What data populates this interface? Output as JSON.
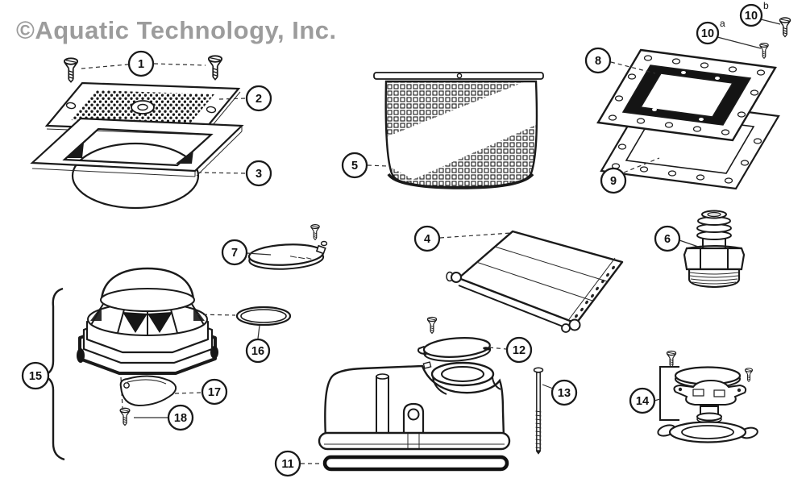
{
  "watermark": {
    "text": "©Aquatic Technology, Inc."
  },
  "colors": {
    "ink": "#1a1a1a",
    "watermark_gray": "#9c9c9c",
    "background": "#ffffff",
    "leader": "#2e2e2e"
  },
  "callouts": {
    "c1": {
      "label": "1"
    },
    "c2": {
      "label": "2"
    },
    "c3": {
      "label": "3"
    },
    "c4": {
      "label": "4"
    },
    "c5": {
      "label": "5"
    },
    "c6": {
      "label": "6"
    },
    "c7": {
      "label": "7"
    },
    "c8": {
      "label": "8"
    },
    "c9": {
      "label": "9"
    },
    "c10a": {
      "label": "10",
      "sup": "a"
    },
    "c10b": {
      "label": "10",
      "sup": "b"
    },
    "c11": {
      "label": "11"
    },
    "c12": {
      "label": "12"
    },
    "c13": {
      "label": "13"
    },
    "c14": {
      "label": "14"
    },
    "c15": {
      "label": "15"
    },
    "c16": {
      "label": "16"
    },
    "c17": {
      "label": "17"
    },
    "c18": {
      "label": "18"
    }
  }
}
